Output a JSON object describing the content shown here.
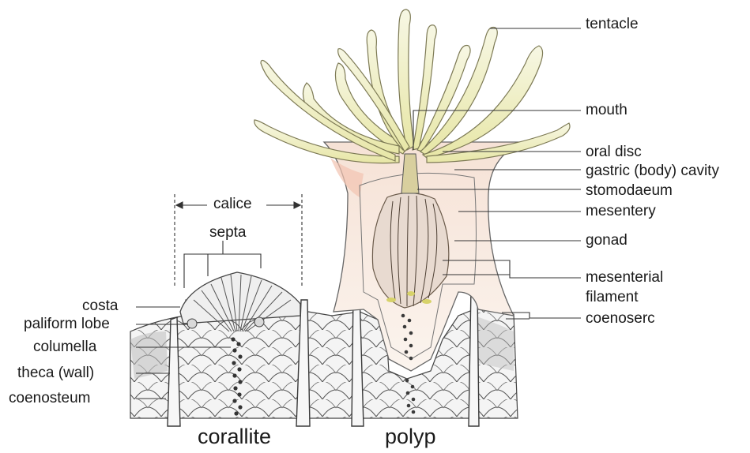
{
  "labels_right": {
    "tentacle": "tentacle",
    "mouth": "mouth",
    "oral_disc": "oral disc",
    "gastric_cavity": "gastric (body) cavity",
    "stomodaeum": "stomodaeum",
    "mesentery": "mesentery",
    "gonad": "gonad",
    "mesenterial_filament_1": "mesenterial",
    "mesenterial_filament_2": "filament",
    "coenosarc": "coenoserc"
  },
  "labels_left": {
    "calice": "calice",
    "septa": "septa",
    "costa": "costa",
    "paliform_lobe": "paliform lobe",
    "columella": "columella",
    "theca": "theca (wall)",
    "coenosteum": "coenosteum"
  },
  "captions": {
    "corallite": "corallite",
    "polyp": "polyp"
  },
  "colors": {
    "tentacle_fill": "#f1f0c8",
    "tentacle_stroke": "#7d7a55",
    "body_fill": "#f7ece4",
    "blush": "#f2c3b0",
    "skeleton_stroke": "#3a3a3a",
    "leader_line": "#333333"
  }
}
